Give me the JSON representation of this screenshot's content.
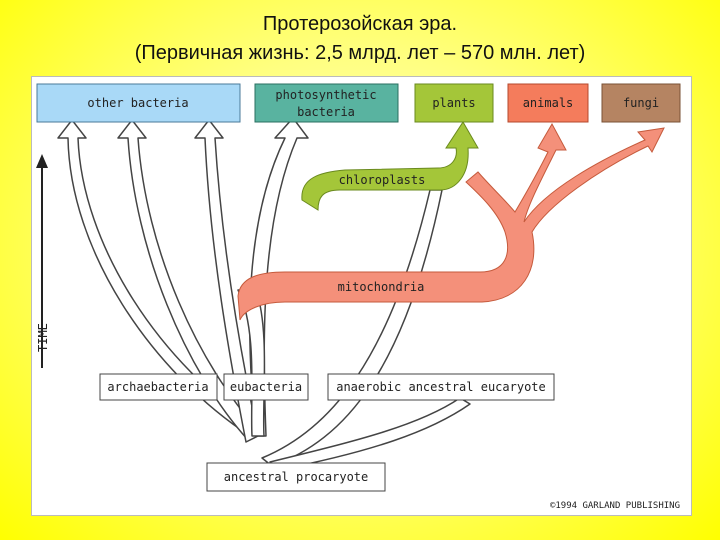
{
  "title": {
    "line1": "Протерозойская эра.",
    "line2": "(Первичная жизнь: 2,5 млрд. лет – 570 млн. лет)"
  },
  "diagram": {
    "top_boxes": {
      "other_bacteria": "other bacteria",
      "photosynthetic_1": "photosynthetic",
      "photosynthetic_2": "bacteria",
      "plants": "plants",
      "animals": "animals",
      "fungi": "fungi"
    },
    "bands": {
      "chloroplasts": "chloroplasts",
      "mitochondria": "mitochondria"
    },
    "bottom_boxes": {
      "archaebacteria": "archaebacteria",
      "eubacteria": "eubacteria",
      "anaerobic": "anaerobic ancestral eucaryote",
      "ancestral": "ancestral procaryote"
    },
    "axis_label": "TIME",
    "copyright": "©1994 GARLAND PUBLISHING"
  },
  "colors": {
    "other_bacteria": "#a9d9f7",
    "photosynthetic": "#59b3a0",
    "plants": "#a4c639",
    "animals": "#f47c5c",
    "fungi": "#b58462",
    "chloroplasts": "#a4c639",
    "mitochondria": "#f4907a"
  }
}
